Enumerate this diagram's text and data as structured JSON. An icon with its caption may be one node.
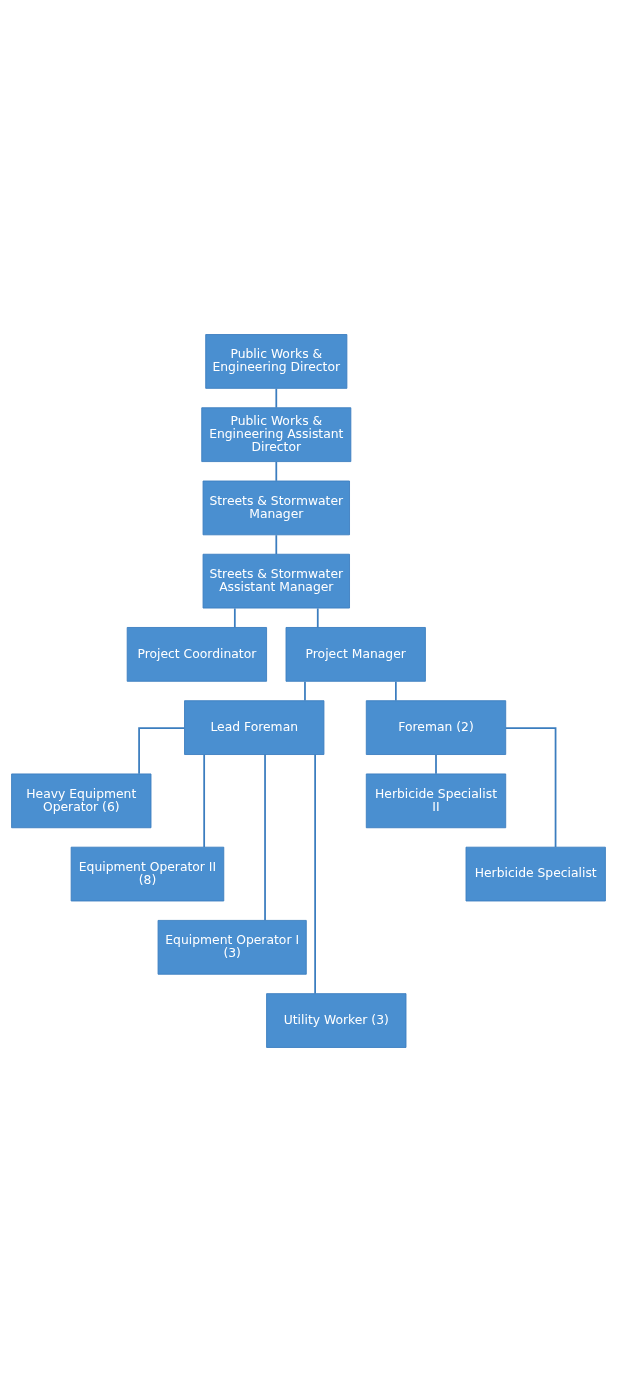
{
  "diagram": {
    "nodes": [
      {
        "text": [
          "Public Works & Engineering Director"
        ]
      },
      {
        "text": [
          "Public Works & Engineering Assistant Director"
        ]
      },
      {
        "text": [
          "Streets & Stormwater Manager"
        ]
      },
      {
        "text": [
          "Streets & Stormwater Assistant Manager"
        ]
      },
      {
        "text": [
          "Project Coordinator"
        ]
      },
      {
        "text": [
          "Project Manager"
        ]
      },
      {
        "text": [
          "Lead Foreman"
        ]
      },
      {
        "text": [
          "Foreman (2)"
        ]
      },
      {
        "text": [
          "Heavy Equipment Operator (6)"
        ]
      },
      {
        "text": [
          "Equipment Operator II (8)"
        ]
      },
      {
        "text": [
          "Equipment Operator I (3)"
        ]
      },
      {
        "text": [
          "Utility Worker (3)"
        ]
      },
      {
        "text": [
          "Herbicide Specialist II"
        ]
      },
      {
        "text": [
          "Herbicide Specialist"
        ]
      }
    ],
    "edges": [
      {
        "from": 0,
        "to": 1,
        "arrow": "none"
      },
      {
        "from": 1,
        "to": 2,
        "arrow": "none"
      },
      {
        "from": 2,
        "to": 3,
        "arrow": "none"
      },
      {
        "from": 3,
        "to": 4,
        "arrow": "none"
      },
      {
        "from": 3,
        "to": 5,
        "arrow": "none"
      },
      {
        "from": 5,
        "to": 6,
        "arrow": "none"
      },
      {
        "from": 5,
        "to": 7,
        "arrow": "none"
      },
      {
        "from": 6,
        "to": 8,
        "arrow": "none"
      },
      {
        "from": 6,
        "to": 9,
        "arrow": "none"
      },
      {
        "from": 6,
        "to": 10,
        "arrow": "none"
      },
      {
        "from": 6,
        "to": 11,
        "arrow": "none"
      },
      {
        "from": 7,
        "to": 12,
        "arrow": "none"
      },
      {
        "from": 7,
        "to": 13,
        "arrow": "none"
      }
    ]
  }
}
